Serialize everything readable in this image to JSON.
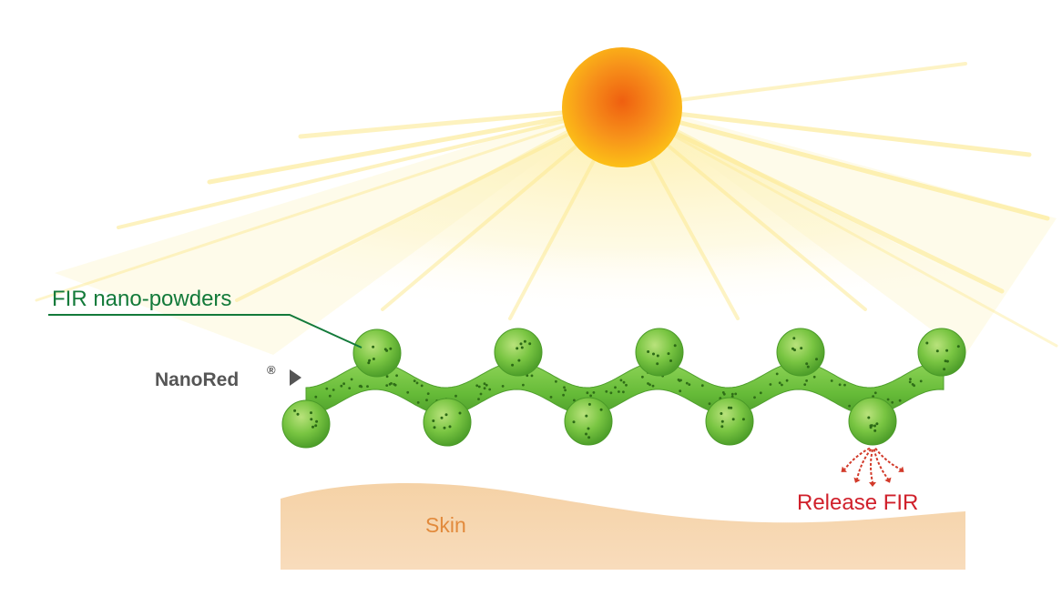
{
  "labels": {
    "powders": "FIR nano-powders",
    "fabric": "NanoRed",
    "registered_mark": "®",
    "skin": "Skin",
    "release": "Release FIR"
  },
  "colors": {
    "sun_core": "#f26a12",
    "sun_edge": "#fbb413",
    "ray": "#fde98c",
    "fiber": "#6cbf3a",
    "fiber_dark": "#3f8c1f",
    "powder_label": "#137a3a",
    "fabric_label": "#555555",
    "skin_fill": "#f6d5ad",
    "skin_text": "#e28a3c",
    "release_text": "#d0202b",
    "release_arrow": "#d23a2a"
  }
}
